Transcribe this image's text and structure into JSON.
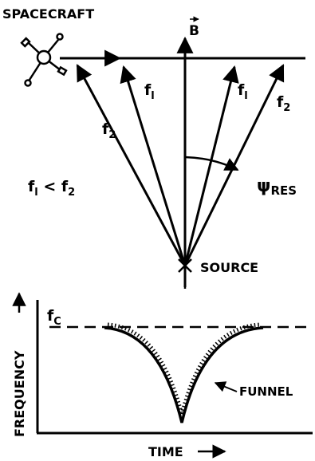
{
  "top": {
    "spacecraft_label": "SPACECRAFT",
    "field_label": "B",
    "ray_labels": {
      "left_outer": "f2",
      "left_inner": "f1",
      "right_inner": "f1",
      "right_outer": "f2"
    },
    "relation_label": "f1 < f2",
    "angle_label": "ψRES",
    "source_label": "SOURCE"
  },
  "bottom": {
    "y_axis_label": "FREQUENCY",
    "x_axis_label": "TIME",
    "cutoff_label": "fc",
    "curve_label": "FUNNEL"
  }
}
